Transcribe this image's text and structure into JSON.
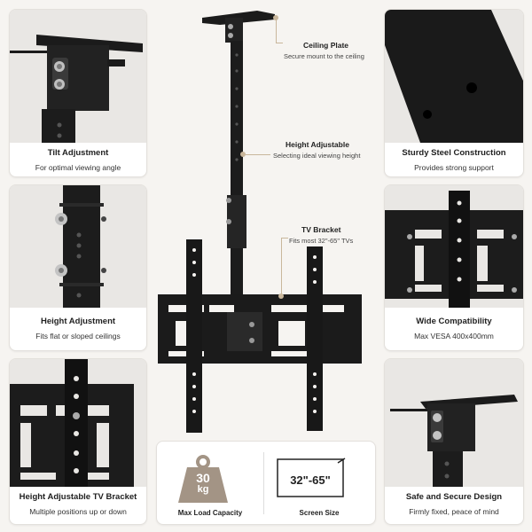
{
  "center": {
    "ceiling_plate": {
      "title": "Ceiling Plate",
      "desc": "Secure mount to the ceiling"
    },
    "height_adjustable": {
      "title": "Height Adjustable",
      "desc": "Selecting ideal viewing height"
    },
    "tv_bracket": {
      "title": "TV Bracket",
      "desc": "Fits most 32\"-65\" TVs"
    }
  },
  "left_cards": [
    {
      "title": "Tilt Adjustment",
      "desc": "For optimal viewing angle"
    },
    {
      "title": "Height Adjustment",
      "desc": "Fits flat or sloped ceilings"
    },
    {
      "title": "Height Adjustable TV Bracket",
      "desc": "Multiple positions up or down"
    }
  ],
  "right_cards": [
    {
      "title": "Sturdy Steel Construction",
      "desc": "Provides strong support"
    },
    {
      "title": "Wide Compatibility",
      "desc": "Max VESA 400x400mm"
    },
    {
      "title": "Safe and Secure Design",
      "desc": "Firmly fixed, peace of mind"
    }
  ],
  "specs": {
    "load": {
      "value": "30",
      "unit": "kg",
      "label": "Max Load Capacity"
    },
    "screen": {
      "value": "32\"-65\"",
      "label": "Screen Size"
    }
  },
  "colors": {
    "accent": "#c9b79c",
    "steel": "#1b1b1b",
    "weight_icon": "#a39485"
  }
}
